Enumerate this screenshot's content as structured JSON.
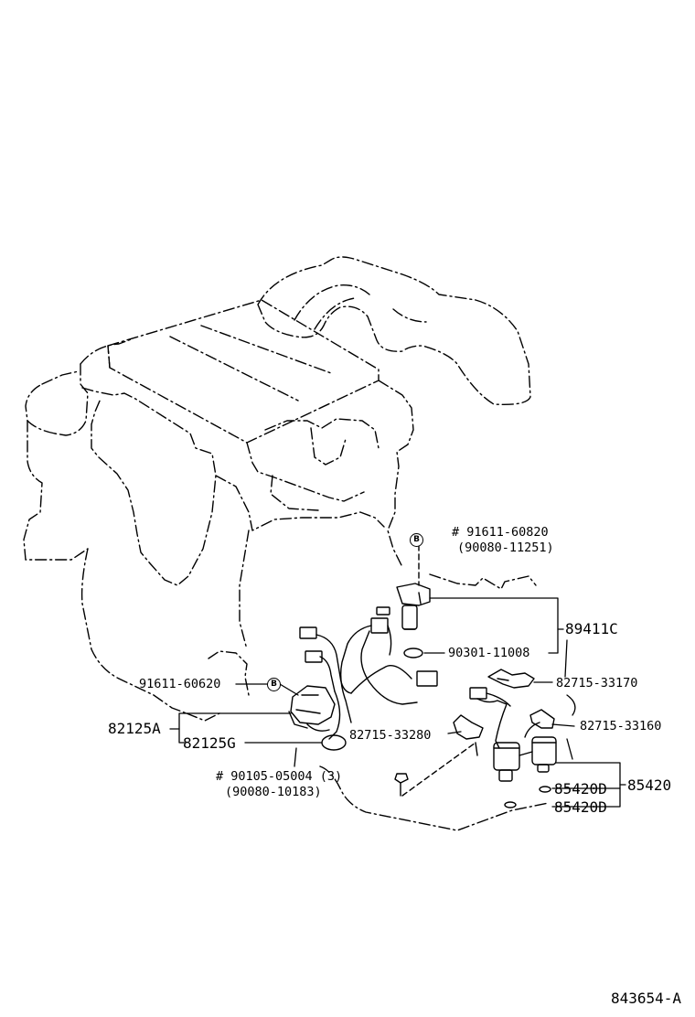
{
  "colors": {
    "line": "#000000",
    "background": "#ffffff"
  },
  "callouts": {
    "bolt_upper_a": "# 91611-60820",
    "bolt_upper_b": "(90080-11251)",
    "cam_sensor_parts": "89411C",
    "cam_sensor_oring": "90301-11008",
    "harness_clamp_upper": "82715-33170",
    "harness_clamp_right": "82715-33160",
    "harness_clamp_mid": "82715-33280",
    "bolt_left": "91611-60620",
    "crank_sensor_assy": "82125A",
    "crank_sensor": "82125G",
    "bolt_lower_a": "# 90105-05004 (3)",
    "bolt_lower_b": "(90080-10183)",
    "vsv_assy": "85420",
    "vsv_part_upper": "85420D",
    "vsv_part_lower": "85420D"
  },
  "markers": {
    "bolt_marker_upper": "B",
    "bolt_marker_left": "B"
  },
  "footer": {
    "diagram_code": "843654-A"
  }
}
